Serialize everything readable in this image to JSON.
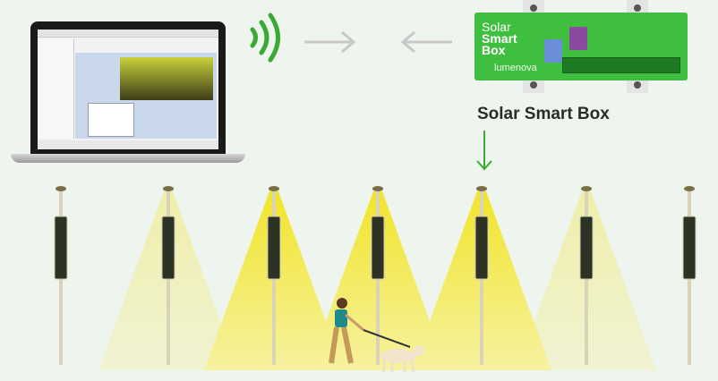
{
  "device": {
    "title_lines": [
      "Solar",
      "Smart",
      "Box"
    ],
    "brand": "lumenova",
    "color": "#3fbf3f"
  },
  "callout_label": "Solar Smart Box",
  "colors": {
    "accent_green": "#3aaa35",
    "arrow_grey": "#c8c8c8",
    "light_cone": "#f3ea3a"
  },
  "icons": [
    "laptop-icon",
    "wireless-signal-icon",
    "arrow-right-icon",
    "arrow-left-icon",
    "arrow-down-icon"
  ],
  "streetlights": [
    {
      "light_level": 0
    },
    {
      "light_level": 0.35
    },
    {
      "light_level": 1
    },
    {
      "light_level": 1
    },
    {
      "light_level": 1
    },
    {
      "light_level": 0.35
    },
    {
      "light_level": 0
    }
  ]
}
